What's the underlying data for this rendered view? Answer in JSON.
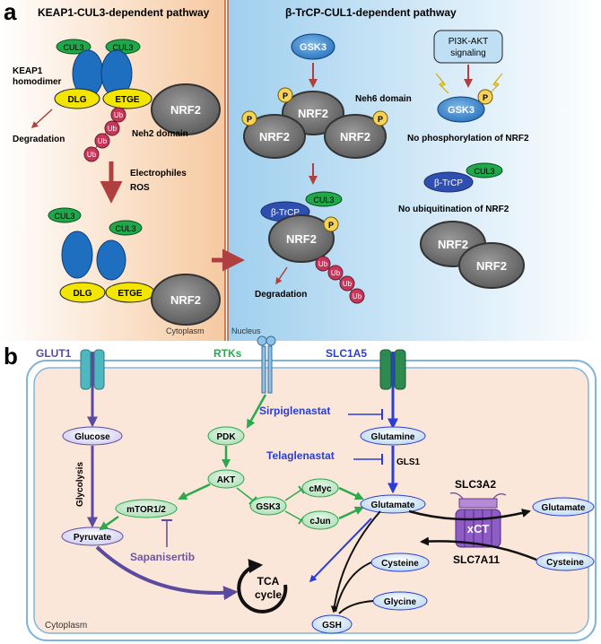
{
  "panel_a": {
    "label": "a",
    "left_title": "KEAP1-CUL3-dependent pathway",
    "right_title": "β-TrCP-CUL1-dependent pathway",
    "cul3": "CUL3",
    "keap1_line1": "KEAP1",
    "keap1_line2": "homodimer",
    "dlg": "DLG",
    "etge": "ETGE",
    "nrf2": "NRF2",
    "ub": "Ub",
    "neh2": "Neh2 domain",
    "degradation": "Degradation",
    "electrophiles": "Electrophiles",
    "ros": "ROS",
    "cytoplasm": "Cytoplasm",
    "nucleus": "Nucleus",
    "gsk3": "GSK3",
    "p": "P",
    "neh6": "Neh6 domain",
    "pi3k_line1": "PI3K-AKT",
    "pi3k_line2": "signaling",
    "no_phos": "No phosphorylation of NRF2",
    "btrcp": "β-TrCP",
    "no_ubiq": "No ubiquitination of NRF2"
  },
  "panel_b": {
    "label": "b",
    "glut1": "GLUT1",
    "rtks": "RTKs",
    "slc1a5": "SLC1A5",
    "glucose": "Glucose",
    "glycolysis": "Glycolysis",
    "pyruvate": "Pyruvate",
    "pdk": "PDK",
    "akt": "AKT",
    "mtor": "mTOR1/2",
    "gsk3": "GSK3",
    "cmyc": "cMyc",
    "cjun": "cJun",
    "sapanisertib": "Sapanisertib",
    "sirpiglenastat": "Sirpiglenastat",
    "telaglenastat": "Telaglenastat",
    "glutamine": "Glutamine",
    "gls1": "GLS1",
    "glutamate": "Glutamate",
    "slc3a2": "SLC3A2",
    "xct": "xCT",
    "slc7a11": "SLC7A11",
    "glutamate_out": "Glutamate",
    "cysteine_out": "Cysteine",
    "cysteine": "Cysteine",
    "glycine": "Glycine",
    "gsh": "GSH",
    "tca_line1": "TCA",
    "tca_line2": "cycle",
    "cytoplasm": "Cytoplasm"
  },
  "colors": {
    "keap1_blue": "#1f6fc0",
    "cul3_green": "#1fa74a",
    "dlg_yellow": "#f2e600",
    "ub_red": "#c8375a",
    "arrow_red": "#b04040",
    "drug_blue": "#2a3ed6",
    "rtk_green": "#2ca84f",
    "glut_purple": "#5b4aa0",
    "sapanisertib_purple": "#6a56a8"
  }
}
